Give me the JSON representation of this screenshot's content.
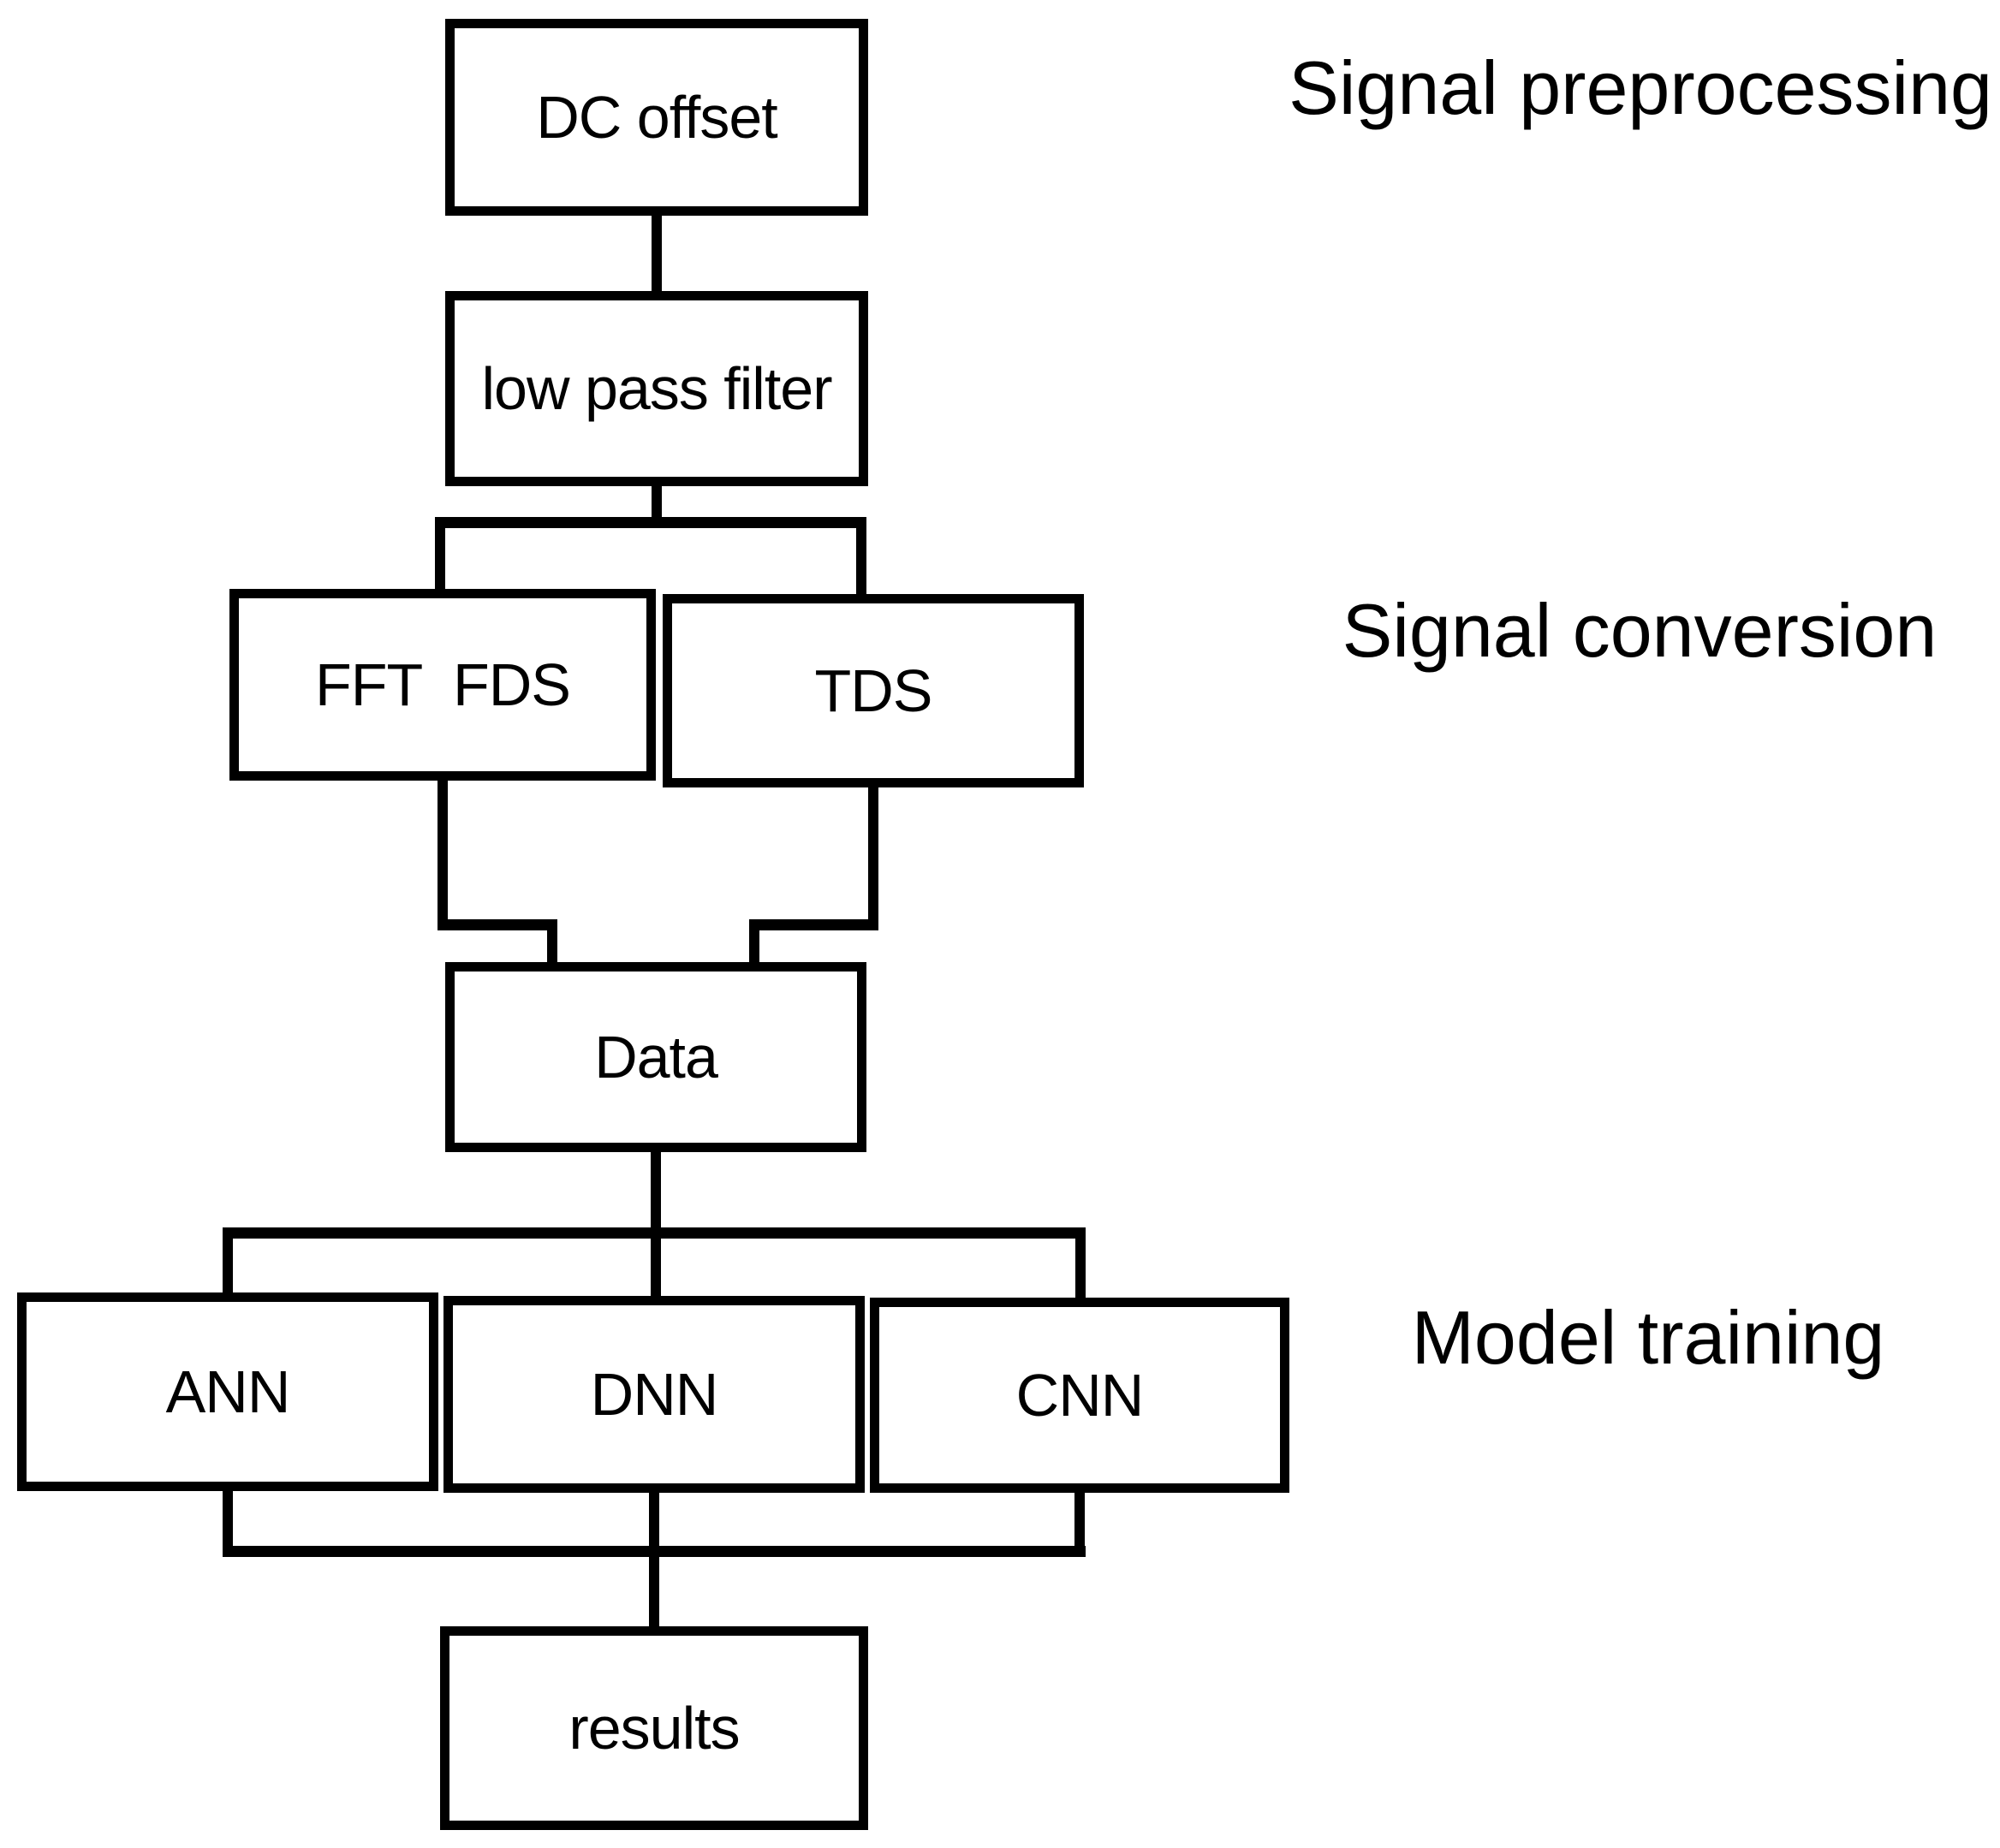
{
  "diagram": {
    "nodes": {
      "dc_offset": "DC offset",
      "low_pass_filter": "low pass filter",
      "fft_fds": "FFT  FDS",
      "tds": "TDS",
      "data": "Data",
      "ann": "ANN",
      "dnn": "DNN",
      "cnn": "CNN",
      "results": "results"
    },
    "stage_labels": {
      "preprocessing": "Signal preprocessing",
      "conversion": "Signal conversion",
      "training": "Model training"
    },
    "colors": {
      "line": "#000000",
      "box_fill": "#ffffff",
      "background": "#ffffff",
      "text": "#000000"
    }
  }
}
